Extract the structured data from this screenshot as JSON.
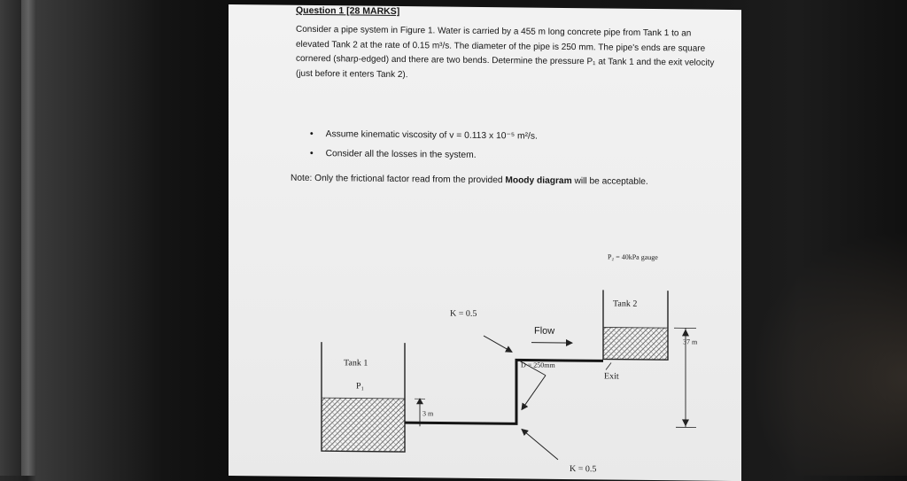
{
  "question": {
    "title": "Question 1 [28 MARKS]",
    "paragraph": "Consider a pipe system in Figure 1. Water is carried by a 455 m long concrete pipe from Tank 1 to an elevated Tank 2 at the rate of 0.15 m³/s. The diameter of the pipe is 250 mm. The pipe's ends are square cornered (sharp-edged) and there are two bends. Determine the pressure P₁ at Tank 1 and the exit velocity (just before it enters Tank 2).",
    "bullets": [
      "Assume kinematic viscosity of v = 0.113 x 10⁻⁵ m²/s.",
      "Consider all the losses in the system."
    ],
    "note_prefix": "Note: Only the frictional factor read from the provided ",
    "note_bold": "Moody diagram",
    "note_suffix": " will be acceptable."
  },
  "figure": {
    "p2_label": "P₂ = 40kPa gauge",
    "tank2_label": "Tank 2",
    "tank1_label": "Tank 1",
    "p1_label": "P₁",
    "k_top": "K = 0.5",
    "k_bottom": "K = 0.5",
    "flow_label": "Flow",
    "diameter_label": "D = 250mm",
    "exit_label": "Exit",
    "height_37": "37 m",
    "height_3": "3 m"
  },
  "colors": {
    "paper": "#eeeeee",
    "ink": "#161616",
    "background": "#141414"
  }
}
